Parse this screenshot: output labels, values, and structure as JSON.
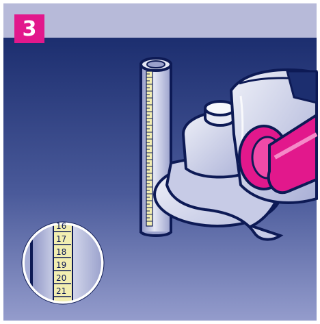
{
  "step": {
    "number": "3"
  },
  "scale": {
    "ticks": [
      "16",
      "17",
      "18",
      "19",
      "20",
      "21"
    ]
  },
  "colors": {
    "header": "#b7bad9",
    "background_top": "#1c2e6f",
    "background_bottom": "#8e96c8",
    "accent": "#e2188c",
    "tube_fill": "#c4c9e3",
    "ruler": "#f2eeb1",
    "outline": "#0d1a55"
  },
  "icons": {
    "tube": "pipe-icon",
    "grinder": "angle-grinder-icon",
    "magnifier": "magnifier-icon"
  }
}
